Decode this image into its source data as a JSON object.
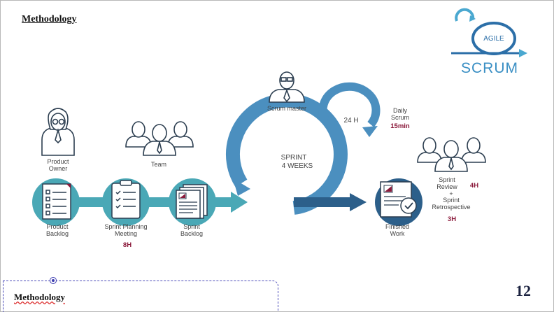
{
  "slide": {
    "title": "Methodology",
    "footer_title": "Methodology",
    "page_number": "12"
  },
  "logo": {
    "top": "AGILE",
    "bottom": "SCRUM"
  },
  "diagram": {
    "product_owner": [
      "Product",
      "Owner"
    ],
    "team": "Team",
    "scrum_master": "Scrum master",
    "cycle_24h": "24 H",
    "daily_scrum": [
      "Daily",
      "Scrum"
    ],
    "daily_scrum_time": "15min",
    "sprint": [
      "SPRINT",
      "4 WEEKS"
    ],
    "product_backlog": [
      "Product",
      "Backlog"
    ],
    "sprint_planning": [
      "Sprint Planning",
      "Meeting"
    ],
    "sprint_planning_time": "8H",
    "sprint_backlog": [
      "Sprint",
      "Backlog"
    ],
    "finished_work": [
      "Finished",
      "Work"
    ],
    "sprint_review": [
      "Sprint",
      "Review"
    ],
    "sprint_review_time": "4H",
    "plus": "+",
    "sprint_retro": [
      "Sprint",
      "Retrospective"
    ],
    "sprint_retro_time": "3H"
  },
  "colors": {
    "primary": "#4b8fbf",
    "teal": "#4aa8b6",
    "dark_blue": "#2c5f8a",
    "accent": "#8b1a3b"
  }
}
